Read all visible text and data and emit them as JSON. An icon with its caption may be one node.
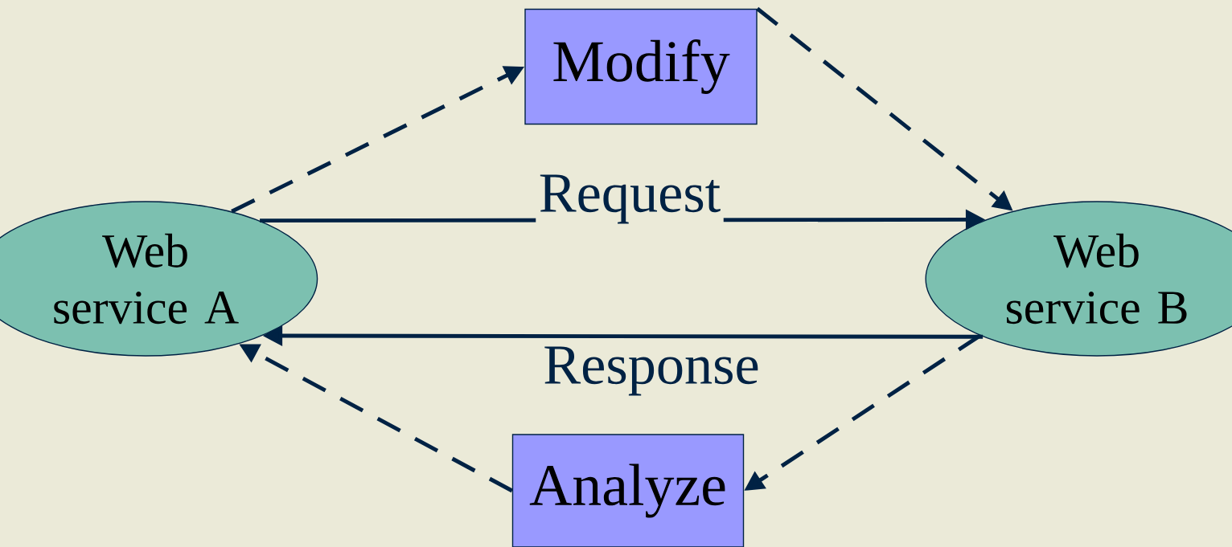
{
  "diagram": {
    "nodes": [
      {
        "text": [
          "Web service A"
        ]
      },
      {
        "text": [
          "Modify"
        ]
      },
      {
        "text": [
          "Web service B"
        ]
      },
      {
        "text": [
          "Analyze"
        ]
      }
    ],
    "edges": [
      {
        "from": 0,
        "to": 1,
        "arrow": "to",
        "style": "dashed"
      },
      {
        "from": 1,
        "to": 2,
        "arrow": "to",
        "style": "dashed"
      },
      {
        "from": 0,
        "to": 2,
        "arrow": "to",
        "label": "Request"
      },
      {
        "from": 2,
        "to": 0,
        "arrow": "to",
        "label": "Response"
      },
      {
        "from": 2,
        "to": 3,
        "arrow": "to",
        "style": "dashed"
      },
      {
        "from": 3,
        "to": 0,
        "arrow": "to",
        "style": "dashed"
      }
    ]
  }
}
